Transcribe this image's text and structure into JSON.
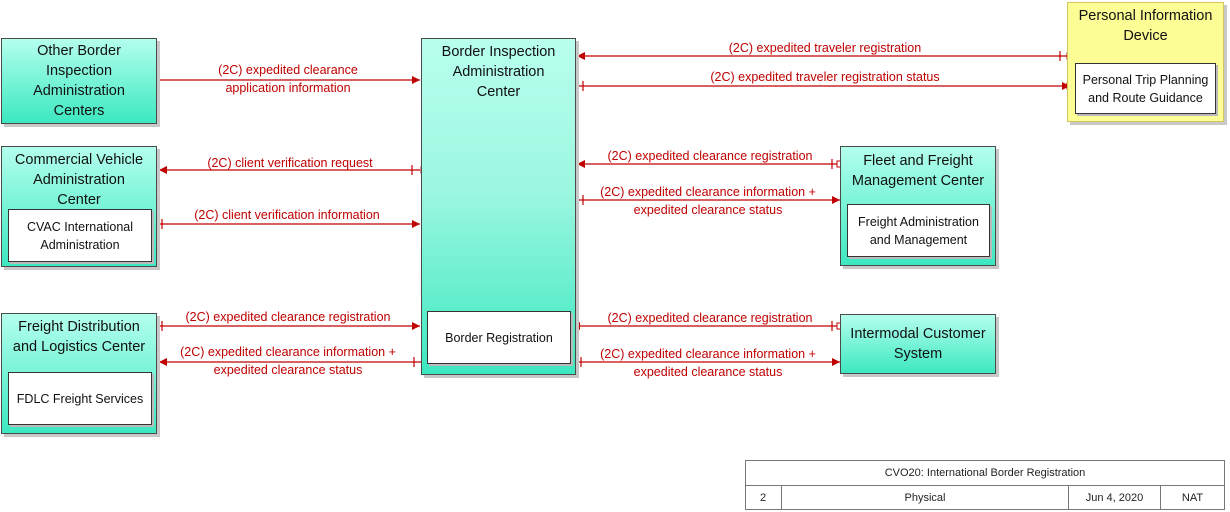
{
  "entities": {
    "other_border": "Other Border\nInspection\nAdministration\nCenters",
    "bia": "Border Inspection\nAdministration\nCenter",
    "bia_inner": "Border Registration",
    "pid": "Personal Information\nDevice",
    "pid_inner": "Personal Trip Planning\nand Route Guidance",
    "cvac": "Commercial Vehicle\nAdministration\nCenter",
    "cvac_inner": "CVAC International\nAdministration",
    "fleet": "Fleet and Freight\nManagement Center",
    "fleet_inner": "Freight Administration\nand Management",
    "fdlc": "Freight Distribution\nand Logistics Center",
    "fdlc_inner": "FDLC Freight Services",
    "intermodal": "Intermodal Customer\nSystem"
  },
  "flows": {
    "f1": "(2C) expedited clearance\napplication information",
    "f2": "(2C) expedited traveler registration",
    "f3": "(2C) expedited traveler registration status",
    "f4": "(2C) client verification request",
    "f5": "(2C) client verification information",
    "f6": "(2C) expedited clearance registration",
    "f7": "(2C) expedited clearance information +\nexpedited clearance status",
    "f8": "(2C) expedited clearance registration",
    "f9": "(2C) expedited clearance information +\nexpedited clearance status",
    "f10": "(2C) expedited clearance registration",
    "f11": "(2C) expedited clearance information +\nexpedited clearance status"
  },
  "title_block": {
    "title": "CVO20: International Border Registration",
    "page": "2",
    "view": "Physical",
    "date": "Jun 4, 2020",
    "org": "NAT"
  },
  "colors": {
    "flow": "#c00000",
    "entity_fill": "#3ce8c0",
    "device_fill": "#fdfd96"
  }
}
